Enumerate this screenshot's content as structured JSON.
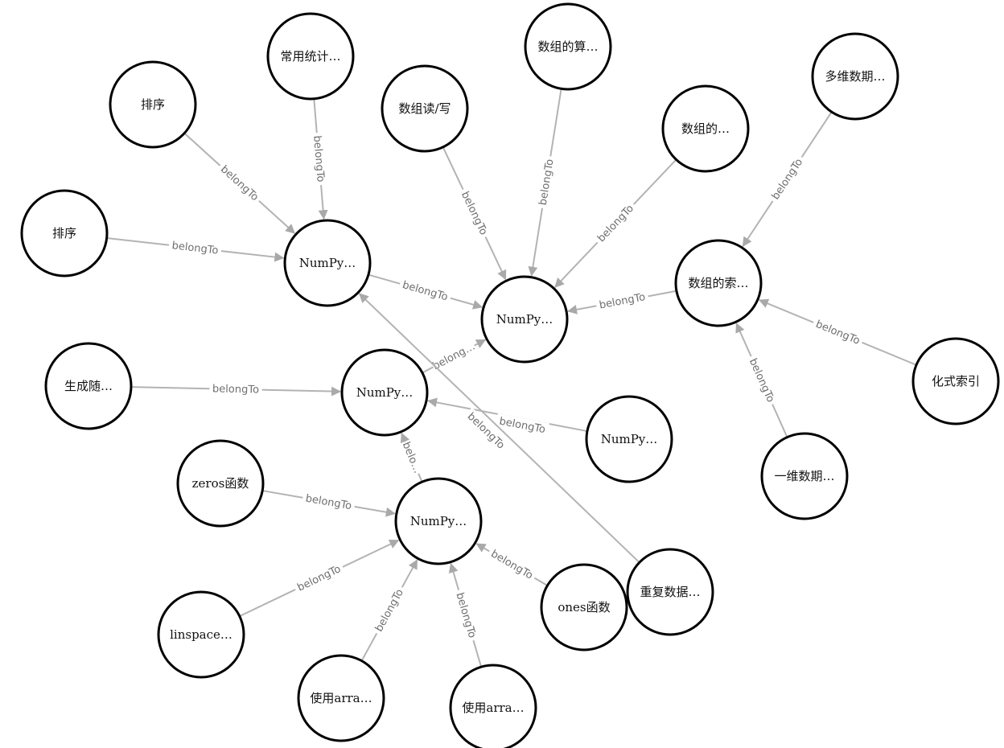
{
  "graph": {
    "nodes": [
      {
        "id": "changyong",
        "label": "常用统计…"
      },
      {
        "id": "paixu1",
        "label": "排序"
      },
      {
        "id": "paixu2",
        "label": "排序"
      },
      {
        "id": "duxie",
        "label": "数组读/写"
      },
      {
        "id": "suan",
        "label": "数组的算…"
      },
      {
        "id": "de",
        "label": "数组的…"
      },
      {
        "id": "duowei",
        "label": "多维数期…"
      },
      {
        "id": "numpy_a",
        "label": "NumPy…"
      },
      {
        "id": "numpy_center",
        "label": "NumPy…"
      },
      {
        "id": "suoyin",
        "label": "数组的索…"
      },
      {
        "id": "huashi",
        "label": "化式索引"
      },
      {
        "id": "shengcheng",
        "label": "生成随…"
      },
      {
        "id": "numpy_b",
        "label": "NumPy…"
      },
      {
        "id": "numpy_right",
        "label": "NumPy…"
      },
      {
        "id": "yiwei",
        "label": "一维数期…"
      },
      {
        "id": "zeros",
        "label": "zeros函数"
      },
      {
        "id": "numpy_c",
        "label": "NumPy…"
      },
      {
        "id": "linspace",
        "label": "linspace…"
      },
      {
        "id": "ones",
        "label": "ones函数"
      },
      {
        "id": "chongfu",
        "label": "重复数据…"
      },
      {
        "id": "arra1",
        "label": "使用arra…"
      },
      {
        "id": "arra2",
        "label": "使用arra…"
      }
    ],
    "edges": [
      {
        "from": "changyong",
        "to": "numpy_a",
        "label": "belongTo"
      },
      {
        "from": "paixu1",
        "to": "numpy_a",
        "label": "belongTo"
      },
      {
        "from": "paixu2",
        "to": "numpy_a",
        "label": "belongTo"
      },
      {
        "from": "numpy_a",
        "to": "numpy_center",
        "label": "belongTo"
      },
      {
        "from": "duxie",
        "to": "numpy_center",
        "label": "belongTo"
      },
      {
        "from": "suan",
        "to": "numpy_center",
        "label": "belongTo"
      },
      {
        "from": "de",
        "to": "numpy_center",
        "label": "belongTo"
      },
      {
        "from": "suoyin",
        "to": "numpy_center",
        "label": "belongTo"
      },
      {
        "from": "duowei",
        "to": "suoyin",
        "label": "belongTo"
      },
      {
        "from": "huashi",
        "to": "suoyin",
        "label": "belongTo"
      },
      {
        "from": "yiwei",
        "to": "suoyin",
        "label": "belongTo"
      },
      {
        "from": "numpy_b",
        "to": "numpy_center",
        "label": "belong…"
      },
      {
        "from": "shengcheng",
        "to": "numpy_b",
        "label": "belongTo"
      },
      {
        "from": "numpy_right",
        "to": "numpy_b",
        "label": "belongTo"
      },
      {
        "from": "chongfu",
        "to": "numpy_a",
        "label": "belongTo"
      },
      {
        "from": "numpy_c",
        "to": "numpy_b",
        "label": "belo…"
      },
      {
        "from": "zeros",
        "to": "numpy_c",
        "label": "belongTo"
      },
      {
        "from": "linspace",
        "to": "numpy_c",
        "label": "belongTo"
      },
      {
        "from": "arra1",
        "to": "numpy_c",
        "label": "belongTo"
      },
      {
        "from": "arra2",
        "to": "numpy_c",
        "label": "belongTo"
      },
      {
        "from": "ones",
        "to": "numpy_c",
        "label": "belongTo"
      }
    ]
  }
}
